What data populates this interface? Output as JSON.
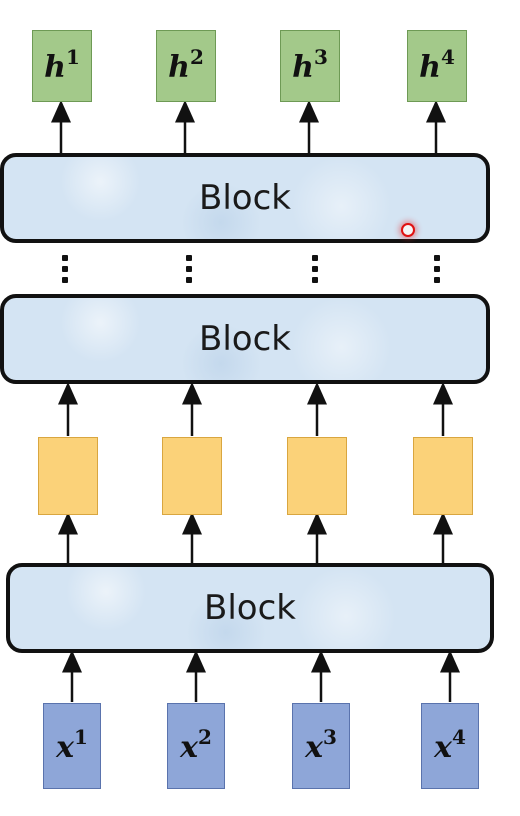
{
  "outputs": [
    {
      "base": "h",
      "sup": "1"
    },
    {
      "base": "h",
      "sup": "2"
    },
    {
      "base": "h",
      "sup": "3"
    },
    {
      "base": "h",
      "sup": "4"
    }
  ],
  "inputs": [
    {
      "base": "x",
      "sup": "1"
    },
    {
      "base": "x",
      "sup": "2"
    },
    {
      "base": "x",
      "sup": "3"
    },
    {
      "base": "x",
      "sup": "4"
    }
  ],
  "blocks": {
    "top": "Block",
    "middle": "Block",
    "bottom": "Block"
  },
  "colors": {
    "output_box": "#a3c98a",
    "intermediate_box": "#fbd279",
    "input_box": "#8ea6d8",
    "block_fill": "#d4e4f3",
    "cursor": "#e01010"
  }
}
